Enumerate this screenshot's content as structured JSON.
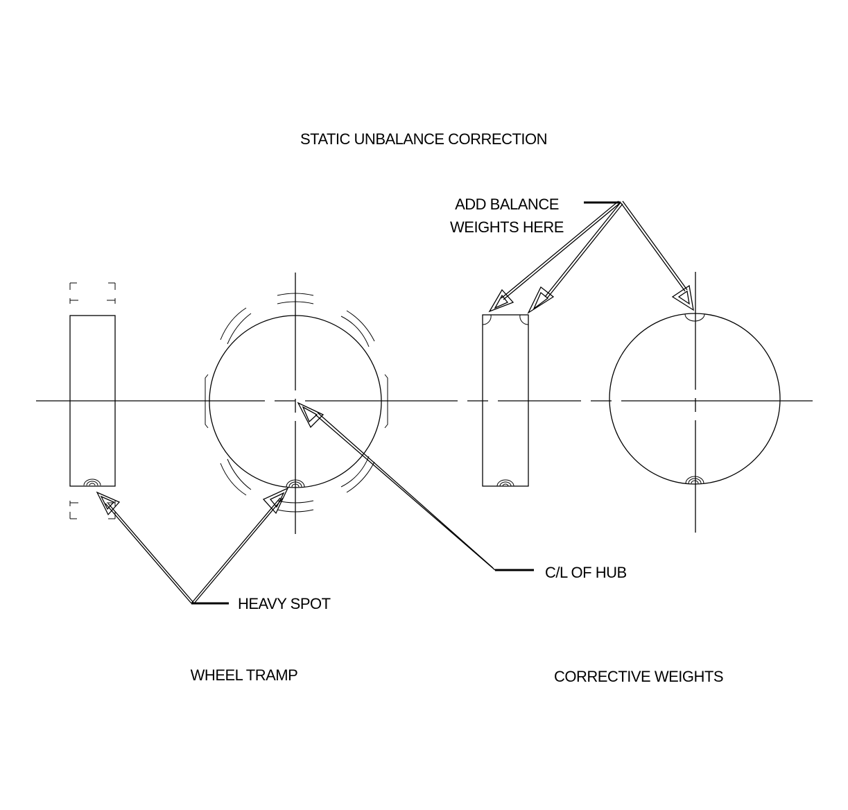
{
  "title": "STATIC UNBALANCE CORRECTION",
  "labels": {
    "add_balance_line1": "ADD BALANCE",
    "add_balance_line2": "WEIGHTS HERE",
    "cl_of_hub": "C/L OF HUB",
    "heavy_spot": "HEAVY SPOT",
    "wheel_tramp": "WHEEL TRAMP",
    "corrective_weights": "CORRECTIVE WEIGHTS"
  }
}
